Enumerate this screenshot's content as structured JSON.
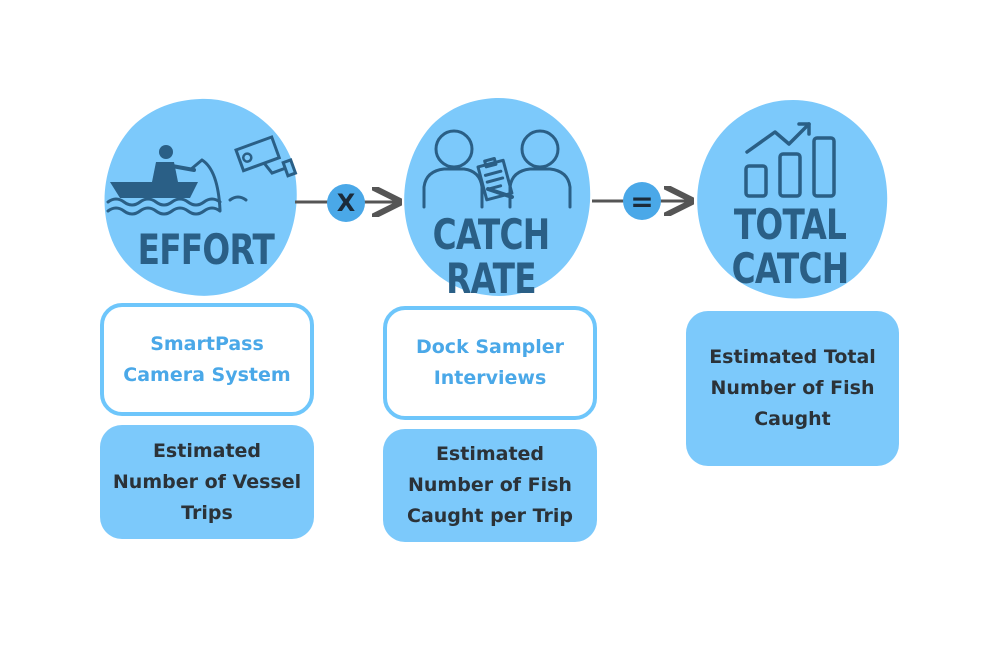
{
  "stages": [
    {
      "title": "EFFORT",
      "source": "SmartPass\nCamera System",
      "estimate": "Estimated\nNumber of Vessel\nTrips",
      "icon": "fishing-boat-and-camera-icon"
    },
    {
      "title": "CATCH\nRATE",
      "source": "Dock Sampler\nInterviews",
      "estimate": "Estimated\nNumber of Fish\nCaught per Trip",
      "icon": "people-clipboard-icon"
    },
    {
      "title": "TOTAL\nCATCH",
      "estimate": "Estimated Total\nNumber of Fish\nCaught",
      "icon": "bar-chart-trend-icon"
    }
  ],
  "operators": {
    "multiply": "X",
    "equals": "="
  },
  "colors": {
    "circle": "#7cc9fb",
    "title": "#2a5f86",
    "operator": "#4aa8e8",
    "arrow": "#555555",
    "outline": "#6ec6fb",
    "outline_text": "#4aa8e8",
    "filled_text": "#2b3238"
  }
}
